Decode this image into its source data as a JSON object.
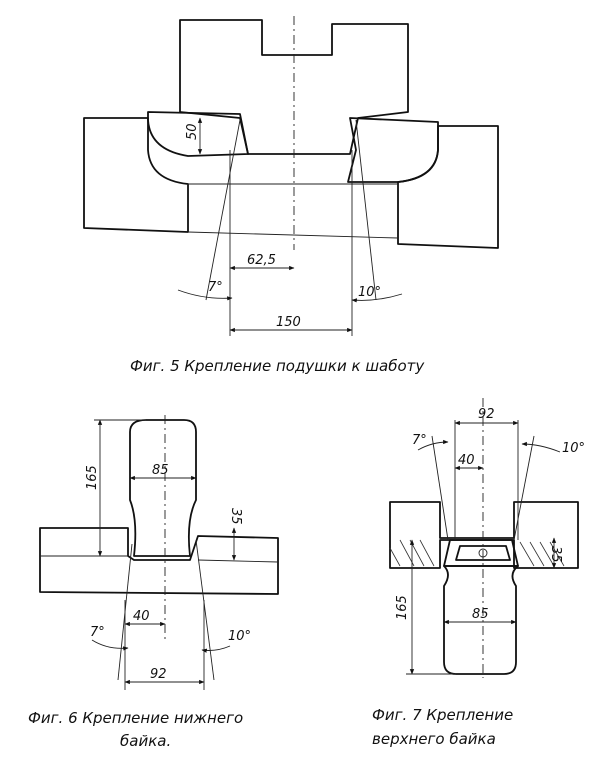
{
  "fig5": {
    "caption": "Фиг. 5 Крепление подушки к шаботу",
    "dims": {
      "d50": "50",
      "d62_5": "62,5",
      "d150": "150",
      "a7": "7°",
      "a10": "10°"
    }
  },
  "fig6": {
    "caption_line1": "Фиг. 6 Крепление нижнего",
    "caption_line2": "байка.",
    "dims": {
      "d165": "165",
      "d85": "85",
      "d35": "35",
      "d40": "40",
      "d92": "92",
      "a7": "7°",
      "a10": "10°"
    }
  },
  "fig7": {
    "caption_line1": "Фиг. 7 Крепление",
    "caption_line2": "верхнего байка",
    "dims": {
      "d92": "92",
      "d40": "40",
      "d165": "165",
      "d85": "85",
      "d35": "35",
      "a7": "7°",
      "a10": "10°"
    }
  }
}
